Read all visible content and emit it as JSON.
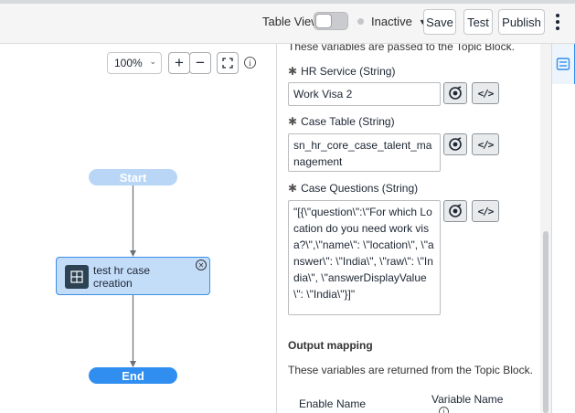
{
  "toolbar": {
    "table_view_label": "Table View",
    "table_view_on": false,
    "status_label": "Inactive",
    "save_label": "Save",
    "test_label": "Test",
    "publish_label": "Publish"
  },
  "canvas": {
    "zoom_value": "100%",
    "zoom_in_label": "+",
    "zoom_out_label": "−",
    "nodes": {
      "start_label": "Start",
      "block_label": "test hr case creation",
      "end_label": "End"
    }
  },
  "panel": {
    "input_note": "These variables are passed to the Topic Block.",
    "fields": [
      {
        "label": "HR Service",
        "type": "(String)",
        "value": "Work Visa 2"
      },
      {
        "label": "Case Table",
        "type": "(String)",
        "value": "sn_hr_core_case_talent_management"
      },
      {
        "label": "Case Questions",
        "type": "(String)",
        "value": "\"[{\\\"question\\\":\\\"For which Location do you need work visa?\\\",\\\"name\\\": \\\"location\\\", \\\"answer\\\": \\\"India\\\", \\\"raw\\\": \\\"India\\\", \\\"answerDisplayValue\\\": \\\"India\\\"}]\""
      }
    ],
    "output_title": "Output mapping",
    "output_note": "These variables are returned from the Topic Block.",
    "columns": {
      "enable": "Enable",
      "name": "Name",
      "variable_name": "Variable Name"
    }
  },
  "icons": [
    "fullscreen-icon",
    "info-icon",
    "topic-block-icon",
    "close-icon",
    "pill-picker-icon",
    "code-icon",
    "properties-icon",
    "kebab-menu-icon",
    "chevron-down-icon"
  ],
  "colors": {
    "accent": "#2f8ef0",
    "start_node": "#b9d6f7",
    "block_fill": "#c3dcf8",
    "end_node": "#2f8ef0"
  }
}
